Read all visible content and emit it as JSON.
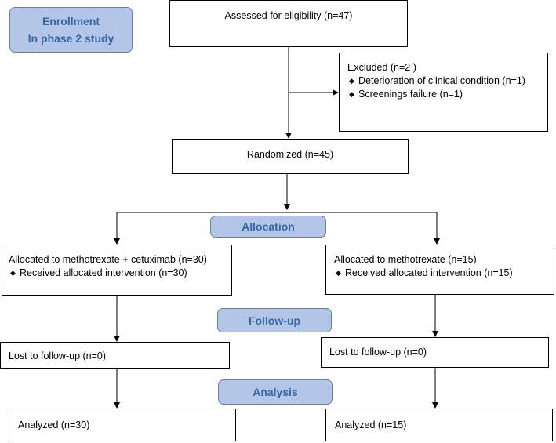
{
  "enrollment": {
    "line1": "Enrollment",
    "line2": "In phase 2 study"
  },
  "assessed": {
    "text": "Assessed for eligibility (n=47)"
  },
  "excluded": {
    "title": "Excluded  (n=2 )",
    "items": [
      "Deterioration of clinical condition (n=1)",
      "Screenings failure (n=1)"
    ],
    "bullet": "◆"
  },
  "randomized": {
    "text": "Randomized (n=45)"
  },
  "stages": {
    "allocation": "Allocation",
    "followup": "Follow-up",
    "analysis": "Analysis"
  },
  "left_arm": {
    "allocated": "Allocated to methotrexate + cetuximab (n=30)",
    "received": "Received allocated intervention (n=30)",
    "lost": "Lost to follow-up  (n=0)",
    "analyzed": "Analyzed  (n=30)"
  },
  "right_arm": {
    "allocated": "Allocated to methotrexate  (n=15)",
    "received": "Received allocated intervention (n=15)",
    "lost": "Lost to follow-up  (n=0)",
    "analyzed": "Analyzed  (n=15)"
  },
  "colors": {
    "stage_fill": "#b3c6e7",
    "stage_text": "#3567a6",
    "stage_border": "#6d7f96",
    "line": "#000000"
  }
}
